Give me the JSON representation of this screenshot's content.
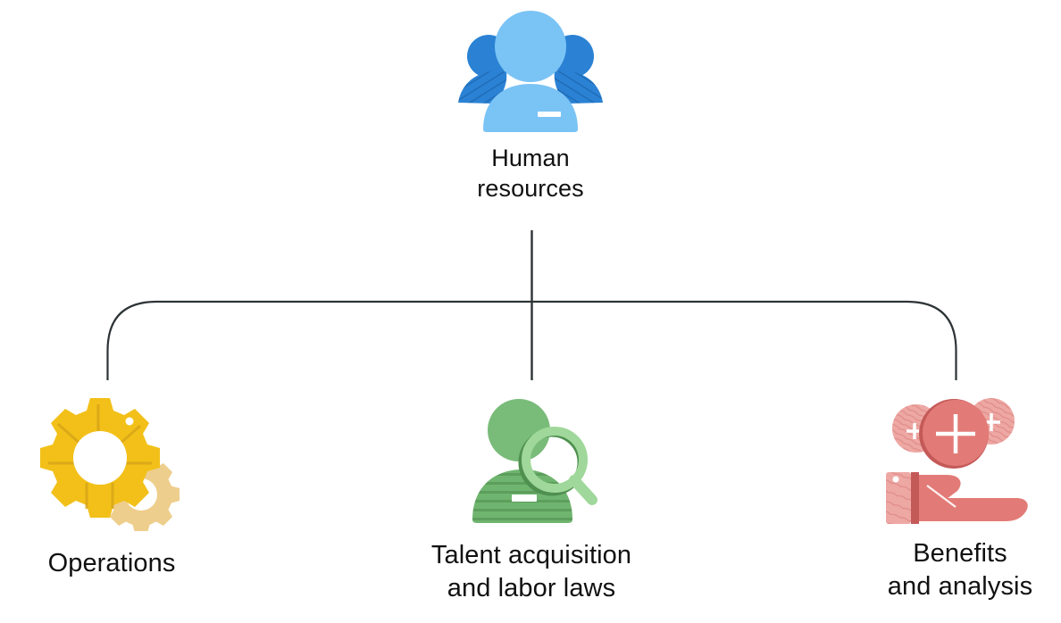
{
  "diagram": {
    "type": "organization-chart",
    "background_color": "#ffffff",
    "connector_color": "#2d3436",
    "root": {
      "id": "human-resources",
      "label": "Human\nresources",
      "icon": "people-group-icon",
      "icon_colors": {
        "primary": "#7ac3f5",
        "secondary": "#2b82d4"
      }
    },
    "children": [
      {
        "id": "operations",
        "label": "Operations",
        "icon": "gears-icon",
        "icon_colors": {
          "primary": "#f2c018",
          "secondary": "#eece8c",
          "accent": "#d8a618"
        }
      },
      {
        "id": "talent-acquisition",
        "label": "Talent acquisition\nand labor laws",
        "icon": "person-search-icon",
        "icon_colors": {
          "primary": "#6fb56f",
          "secondary": "#9fd89a",
          "accent": "#5d9e5d"
        }
      },
      {
        "id": "benefits-analysis",
        "label": "Benefits\nand analysis",
        "icon": "hand-benefits-icon",
        "icon_colors": {
          "primary": "#e27b77",
          "secondary": "#eea8a4",
          "accent": "#c45a58"
        }
      }
    ]
  }
}
